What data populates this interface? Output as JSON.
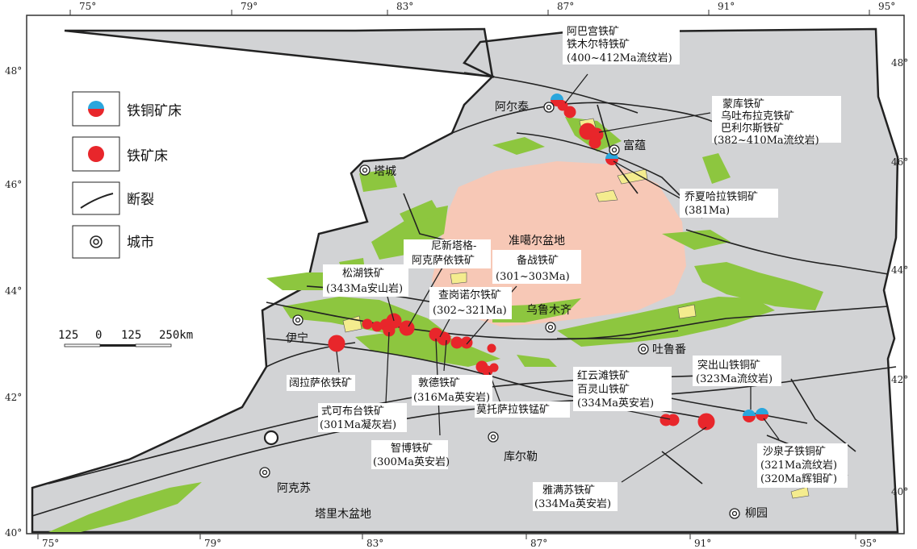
{
  "colors": {
    "grey": "#d2d3d5",
    "pink": "#f7c8b6",
    "green": "#8dc63f",
    "yellow": "#f4ec8e",
    "red": "#e8262b",
    "blue": "#2aa6dd",
    "fault": "#222222"
  },
  "legend": {
    "items": [
      {
        "icon": "fe-cu-deposit-icon",
        "label": "铁铜矿床"
      },
      {
        "icon": "fe-deposit-icon",
        "label": "铁矿床"
      },
      {
        "icon": "fault-icon",
        "label": "断裂"
      },
      {
        "icon": "city-icon",
        "label": "城市"
      }
    ],
    "scale": {
      "labels": [
        "125",
        "0",
        "125",
        "250km"
      ]
    }
  },
  "ticks": {
    "top": [
      "75°",
      "79°",
      "83°",
      "87°",
      "91°",
      "95°"
    ],
    "bottom": [
      "75°",
      "79°",
      "83°",
      "87°",
      "91°",
      "95°"
    ],
    "left": [
      "48°",
      "46°",
      "44°",
      "42°",
      "40°"
    ],
    "right": [
      "48°",
      "46°",
      "44°",
      "42°",
      "40°"
    ]
  },
  "cities": [
    "阿尔泰",
    "富蕴",
    "塔城",
    "乌鲁木齐",
    "吐鲁番",
    "伊宁",
    "库尔勒",
    "阿克苏",
    "柳园"
  ],
  "regions": {
    "basin_north": "准噶尔盆地",
    "basin_south": "塔里木盆地"
  },
  "annotations": [
    {
      "id": "abagong",
      "lines": [
        "阿巴宫铁矿",
        "铁木尔特铁矿",
        "(400~412Ma流纹岩)"
      ]
    },
    {
      "id": "mengku",
      "lines": [
        "蒙库铁矿",
        "乌吐布拉克铁矿",
        "巴利尔斯铁矿",
        "(382~410Ma流纹岩)"
      ]
    },
    {
      "id": "qiaoxia",
      "lines": [
        "乔夏哈拉铁铜矿",
        "(381Ma)"
      ]
    },
    {
      "id": "nixin",
      "lines": [
        "尼新塔格-",
        "阿克萨依铁矿"
      ]
    },
    {
      "id": "beizhan",
      "lines": [
        "备战铁矿",
        "(301~303Ma)"
      ]
    },
    {
      "id": "songhu",
      "lines": [
        "松湖铁矿",
        "(343Ma安山岩)"
      ]
    },
    {
      "id": "chagang",
      "lines": [
        "查岗诺尔铁矿",
        "(302~321Ma)"
      ]
    },
    {
      "id": "kuolasa",
      "lines": [
        "阔拉萨依铁矿"
      ]
    },
    {
      "id": "dunde",
      "lines": [
        "敦德铁矿",
        "(316Ma英安岩)"
      ]
    },
    {
      "id": "shikebu",
      "lines": [
        "式可布台铁矿",
        "(301Ma凝灰岩)"
      ]
    },
    {
      "id": "motuo",
      "lines": [
        "莫托萨拉铁锰矿"
      ]
    },
    {
      "id": "zhibo",
      "lines": [
        "智博铁矿",
        "(300Ma英安岩)"
      ]
    },
    {
      "id": "hongyun",
      "lines": [
        "红云滩铁矿",
        "百灵山铁矿",
        "(334Ma英安岩)"
      ]
    },
    {
      "id": "tuchu",
      "lines": [
        "突出山铁铜矿",
        "(323Ma流纹岩)"
      ]
    },
    {
      "id": "yamansu",
      "lines": [
        "雅满苏铁矿",
        "(334Ma英安岩)"
      ]
    },
    {
      "id": "shaquanzi",
      "lines": [
        "沙泉子铁铜矿",
        "(321Ma流纹岩)",
        "(320Ma辉钼矿)"
      ]
    }
  ]
}
